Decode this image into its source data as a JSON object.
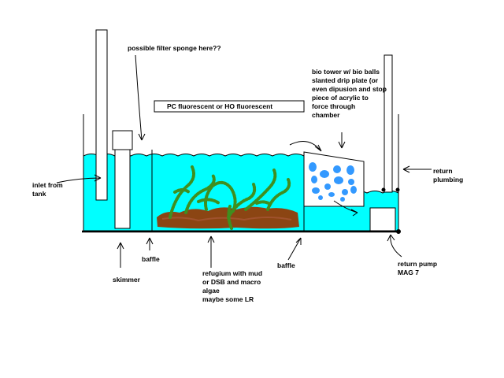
{
  "diagram": {
    "labels": {
      "filter_sponge": "possible filter sponge here??",
      "lighting": "PC fluorescent or HO fluorescent",
      "bio_tower": "bio tower w/ bio balls\n slanted drip plate (or\neven dipusion and stop\npiece of acrylic to\nforce through\nchamber",
      "inlet": "inlet from\ntank",
      "return_plumbing": "return\nplumbing",
      "baffle_left": "baffle",
      "skimmer": "skimmer",
      "refugium": "refugium with mud\nor DSB and macro\nalgae\n maybe some LR",
      "baffle_right": "baffle",
      "return_pump": "return pump\nMAG 7"
    },
    "colors": {
      "water": "#00ffff",
      "mud": "#8b4513",
      "algae": "#3f8f1f",
      "bio_balls": "#3399ff",
      "outline": "#000000"
    }
  }
}
